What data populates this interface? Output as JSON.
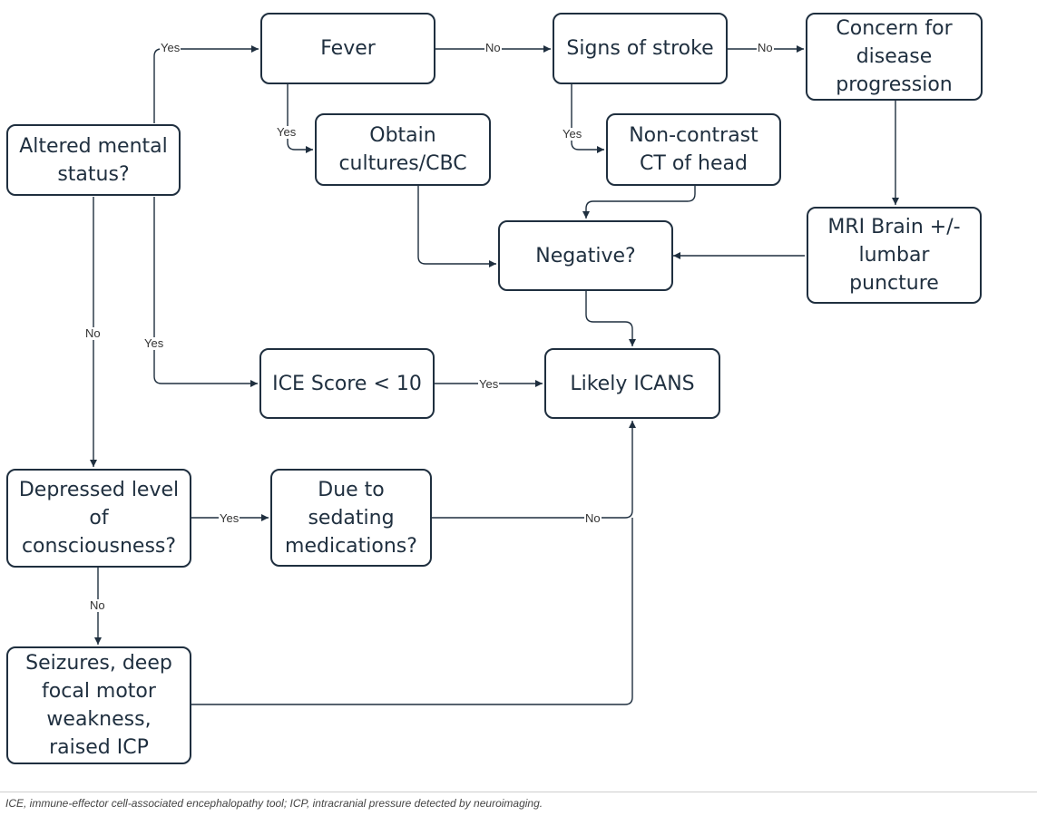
{
  "nodes": {
    "altered_mental_status": "Altered mental\nstatus?",
    "fever": "Fever",
    "signs_of_stroke": "Signs of stroke",
    "concern_progression": "Concern for\ndisease\nprogression",
    "obtain_cultures": "Obtain\ncultures/CBC",
    "non_contrast_ct": "Non-contrast\nCT of head",
    "mri_brain": "MRI Brain +/-\nlumbar\npuncture",
    "negative": "Negative?",
    "ice_score": "ICE Score < 10",
    "likely_icans": "Likely ICANS",
    "depressed_consciousness": "Depressed level\nof\nconsciousness?",
    "sedating_meds": "Due to sedating\nmedications?",
    "seizures": "Seizures, deep\nfocal motor\nweakness,\nraised ICP"
  },
  "edge_labels": {
    "ams_to_fever": "Yes",
    "fever_to_stroke": "No",
    "stroke_to_concern": "No",
    "fever_to_cultures": "Yes",
    "stroke_to_ct": "Yes",
    "ams_to_depressed": "No",
    "ams_to_ice": "Yes",
    "ice_to_icans": "Yes",
    "depressed_to_sedating": "Yes",
    "sedating_to_icans": "No",
    "depressed_to_seizures": "No"
  },
  "caption": "ICE, immune-effector cell-associated encephalopathy tool; ICP, intracranial pressure detected by neuroimaging.",
  "colors": {
    "stroke": "#1f2f3f",
    "text": "#1f2f3f"
  }
}
